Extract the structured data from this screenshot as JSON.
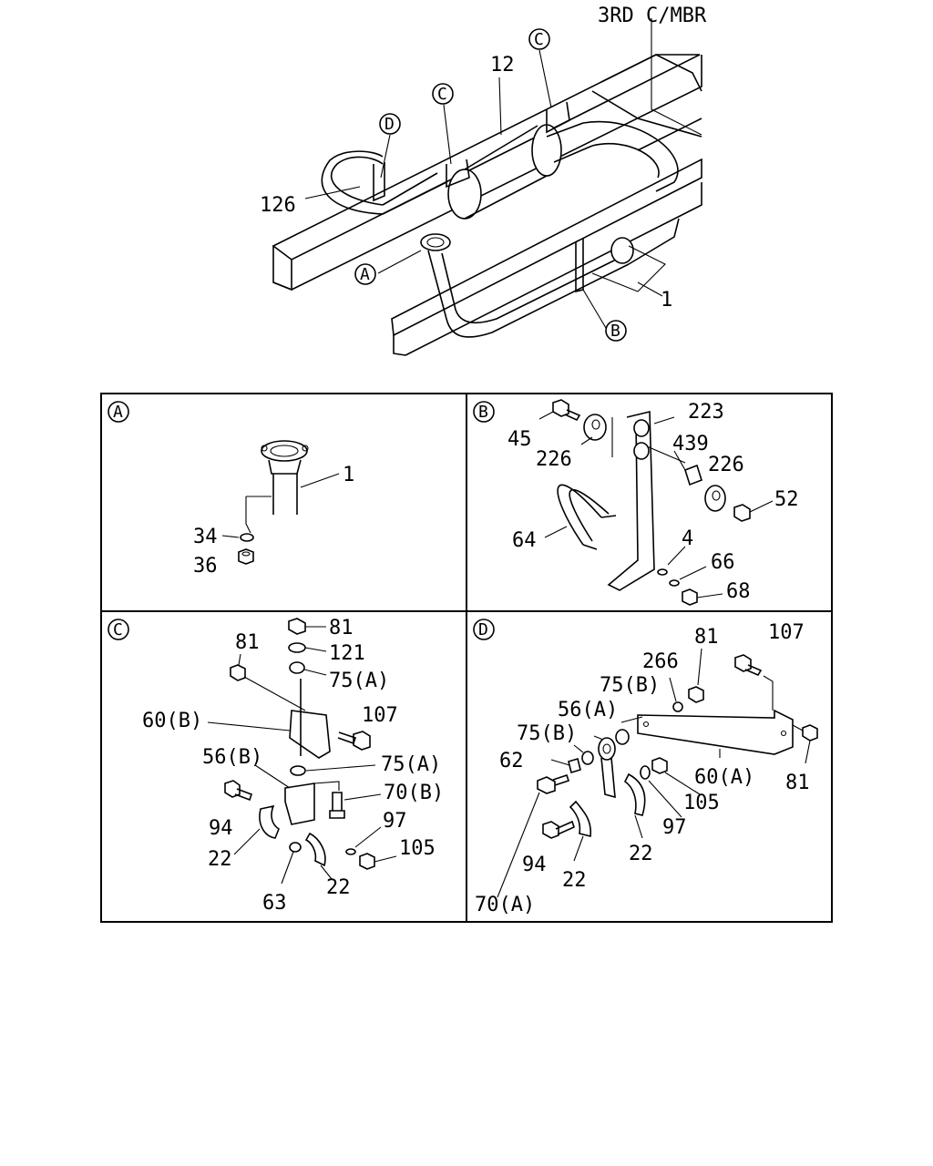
{
  "main": {
    "title_label": "3RD C/MBR",
    "labels": {
      "12": "12",
      "126": "126",
      "1": "1"
    },
    "callouts": {
      "A": "A",
      "B": "B",
      "C": "C",
      "D": "D"
    }
  },
  "panel_a": {
    "marker": "A",
    "labels": {
      "l1": "1",
      "l34": "34",
      "l36": "36"
    }
  },
  "panel_b": {
    "marker": "B",
    "labels": {
      "l45": "45",
      "l223": "223",
      "l226a": "226",
      "l439": "439",
      "l226b": "226",
      "l52": "52",
      "l64": "64",
      "l4": "4",
      "l66": "66",
      "l68": "68"
    }
  },
  "panel_c": {
    "marker": "C",
    "labels": {
      "l81a": "81",
      "l81b": "81",
      "l121": "121",
      "l75a": "75(A)",
      "l60b": "60(B)",
      "l107": "107",
      "l56b": "56(B)",
      "l75a2": "75(A)",
      "l70b": "70(B)",
      "l94": "94",
      "l97": "97",
      "l22a": "22",
      "l105": "105",
      "l63": "63",
      "l22b": "22"
    }
  },
  "panel_d": {
    "marker": "D",
    "labels": {
      "l81a": "81",
      "l107": "107",
      "l266": "266",
      "l75b": "75(B)",
      "l56a": "56(A)",
      "l75b2": "75(B)",
      "l62": "62",
      "l60a": "60(A)",
      "l81b": "81",
      "l105": "105",
      "l97": "97",
      "l94": "94",
      "l22a": "22",
      "l22b": "22",
      "l70a": "70(A)"
    }
  }
}
